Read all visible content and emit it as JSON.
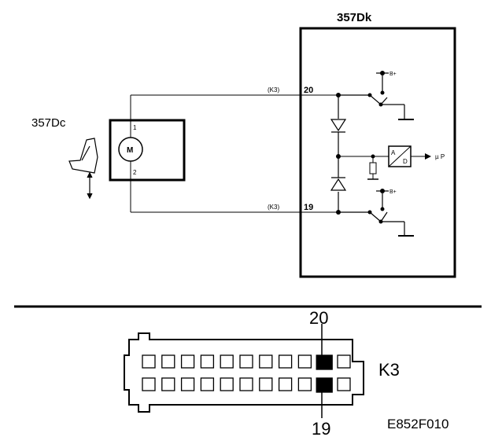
{
  "schematic": {
    "control_unit_label": "357Dk",
    "motor_unit_label": "357Dc",
    "motor_symbol": "M",
    "motor_pin_top": "1",
    "motor_pin_bottom": "2",
    "wire_top_connector": "(K3)",
    "wire_bottom_connector": "(K3)",
    "pin_top": "20",
    "pin_bottom": "19",
    "supply_top": "B+",
    "supply_bottom": "B+",
    "adc_a": "A",
    "adc_d": "D",
    "adc_output": "µ P",
    "seat_icon": "seat-adjust-icon"
  },
  "connector": {
    "label": "K3",
    "pin_top_label": "20",
    "pin_bottom_label": "19",
    "rows": 2,
    "pins_per_row": 11,
    "highlight_index": 9
  },
  "figure_code": "E852F010"
}
